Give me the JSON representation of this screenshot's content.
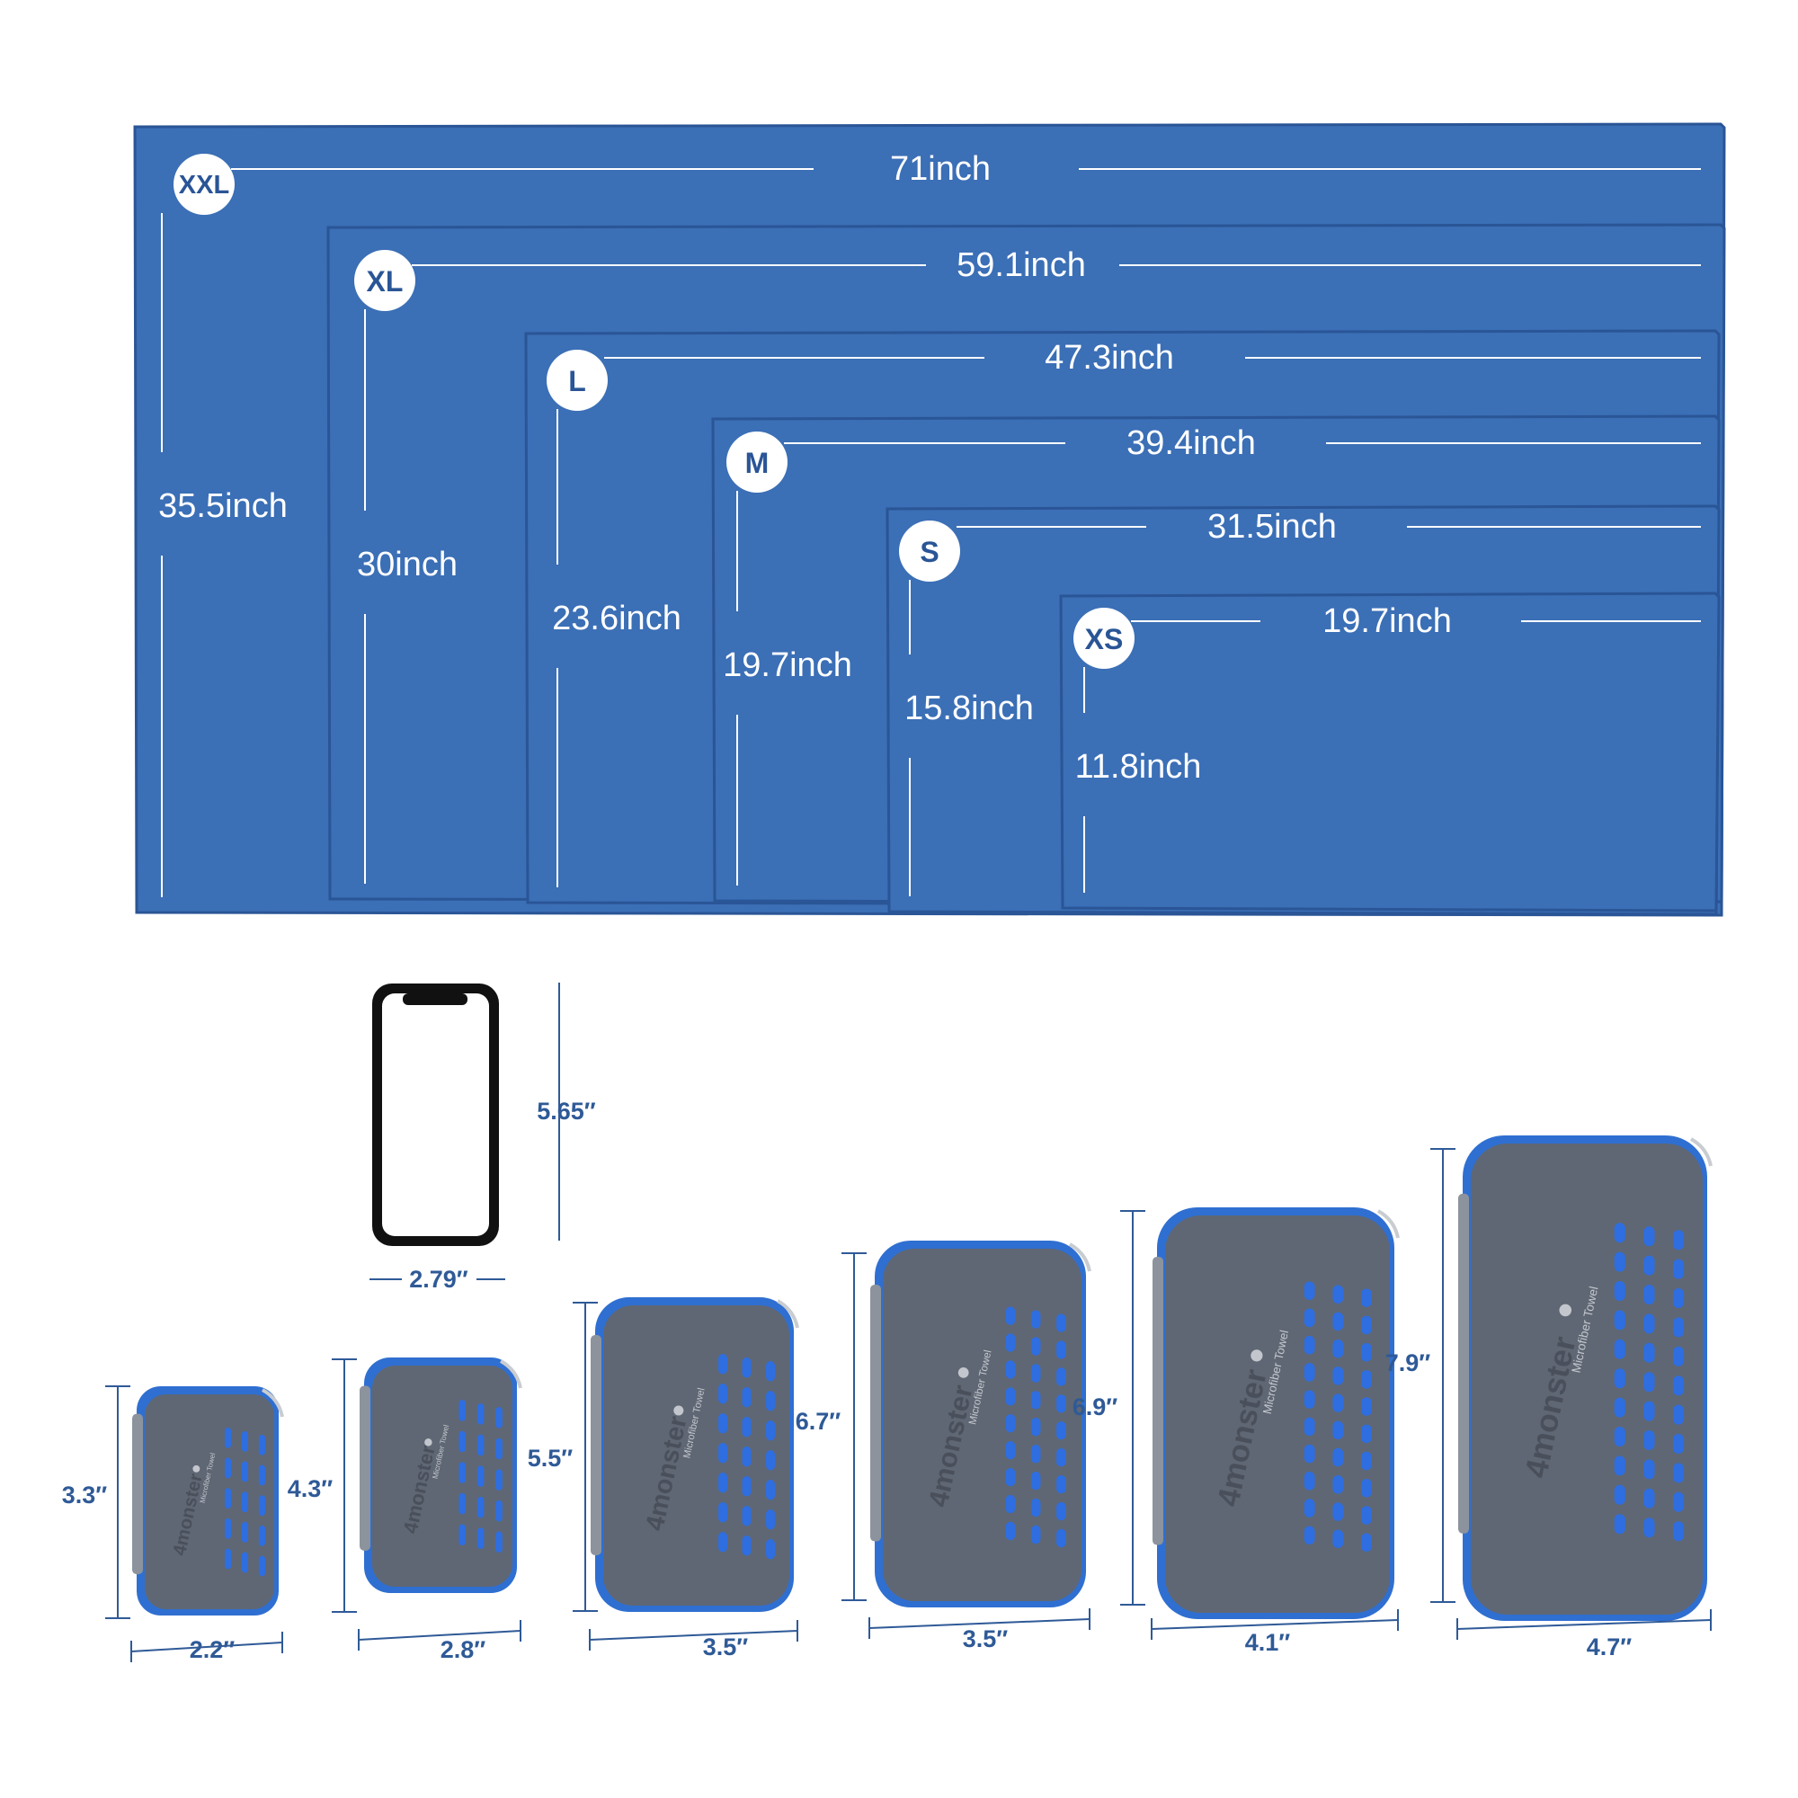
{
  "colors": {
    "towel": "#3b6fb6",
    "towel_edge": "#2f5ea2",
    "towel_seam": "#2a5596",
    "line": "#ffffff",
    "dim_blue": "#2f5a97",
    "case_grey": "#5f6774",
    "case_grey_light": "#6d7583",
    "zip_blue": "#2f6fd1",
    "vent_blue": "#2e6ee0"
  },
  "towels": [
    {
      "size": "XXL",
      "width": "71inch",
      "height": "35.5inch"
    },
    {
      "size": "XL",
      "width": "59.1inch",
      "height": "30inch"
    },
    {
      "size": "L",
      "width": "47.3inch",
      "height": "23.6inch"
    },
    {
      "size": "M",
      "width": "39.4inch",
      "height": "19.7inch"
    },
    {
      "size": "S",
      "width": "31.5inch",
      "height": "15.8inch"
    },
    {
      "size": "XS",
      "width": "19.7inch",
      "height": "11.8inch"
    }
  ],
  "phone": {
    "icon": "smartphone-icon",
    "height": "5.65″",
    "width": "2.79″"
  },
  "cases": [
    {
      "height": "3.3″",
      "width": "2.2″"
    },
    {
      "height": "4.3″",
      "width": "2.8″"
    },
    {
      "height": "5.5″",
      "width": "3.5″"
    },
    {
      "height": "6.7″",
      "width": "3.5″"
    },
    {
      "height": "6.9″",
      "width": "4.1″"
    },
    {
      "height": "7.9″",
      "width": "4.7″"
    }
  ],
  "brand": {
    "name": "4monster",
    "tagline": "Microfiber Towel"
  }
}
